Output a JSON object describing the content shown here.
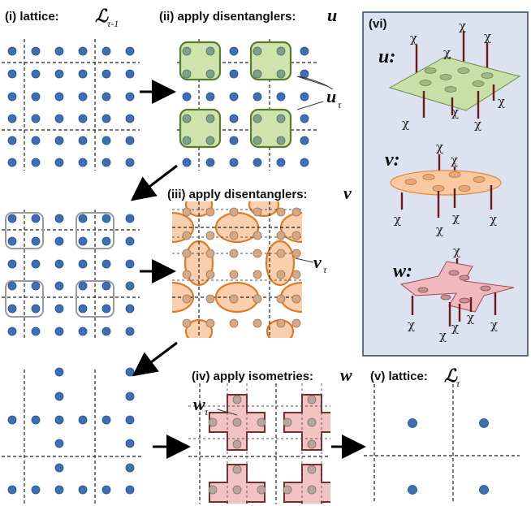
{
  "panels": {
    "i": {
      "label": "(i) lattice:",
      "symbol": "ℒ",
      "subscript": "τ-1"
    },
    "ii": {
      "label": "(ii) apply disentanglers:",
      "symbol": "u"
    },
    "iii": {
      "label": "(iii) apply disentanglers:",
      "symbol": "v"
    },
    "iv": {
      "label": "(iv) apply isometries:",
      "symbol": "w"
    },
    "v": {
      "label": "(v) lattice:",
      "symbol": "ℒ",
      "subscript": "τ"
    },
    "vi": {
      "label": "(vi)"
    }
  },
  "annotations": {
    "u_tau": {
      "symbol": "u",
      "subscript": "τ"
    },
    "v_tau": {
      "symbol": "v",
      "subscript": "τ"
    },
    "w_tau": {
      "symbol": "w",
      "subscript": "τ"
    }
  },
  "tensors": {
    "u": {
      "symbol": "u:"
    },
    "v": {
      "symbol": "v:"
    },
    "w": {
      "symbol": "w:"
    },
    "bond": "χ"
  },
  "colors": {
    "site": "#3d6fb5",
    "u_fill": "#cfe3ad",
    "v_fill": "#f9cfae",
    "w_fill": "#f2c3c3",
    "inset_bg": "#dde2f0",
    "inset_border": "#3a4e6e"
  }
}
